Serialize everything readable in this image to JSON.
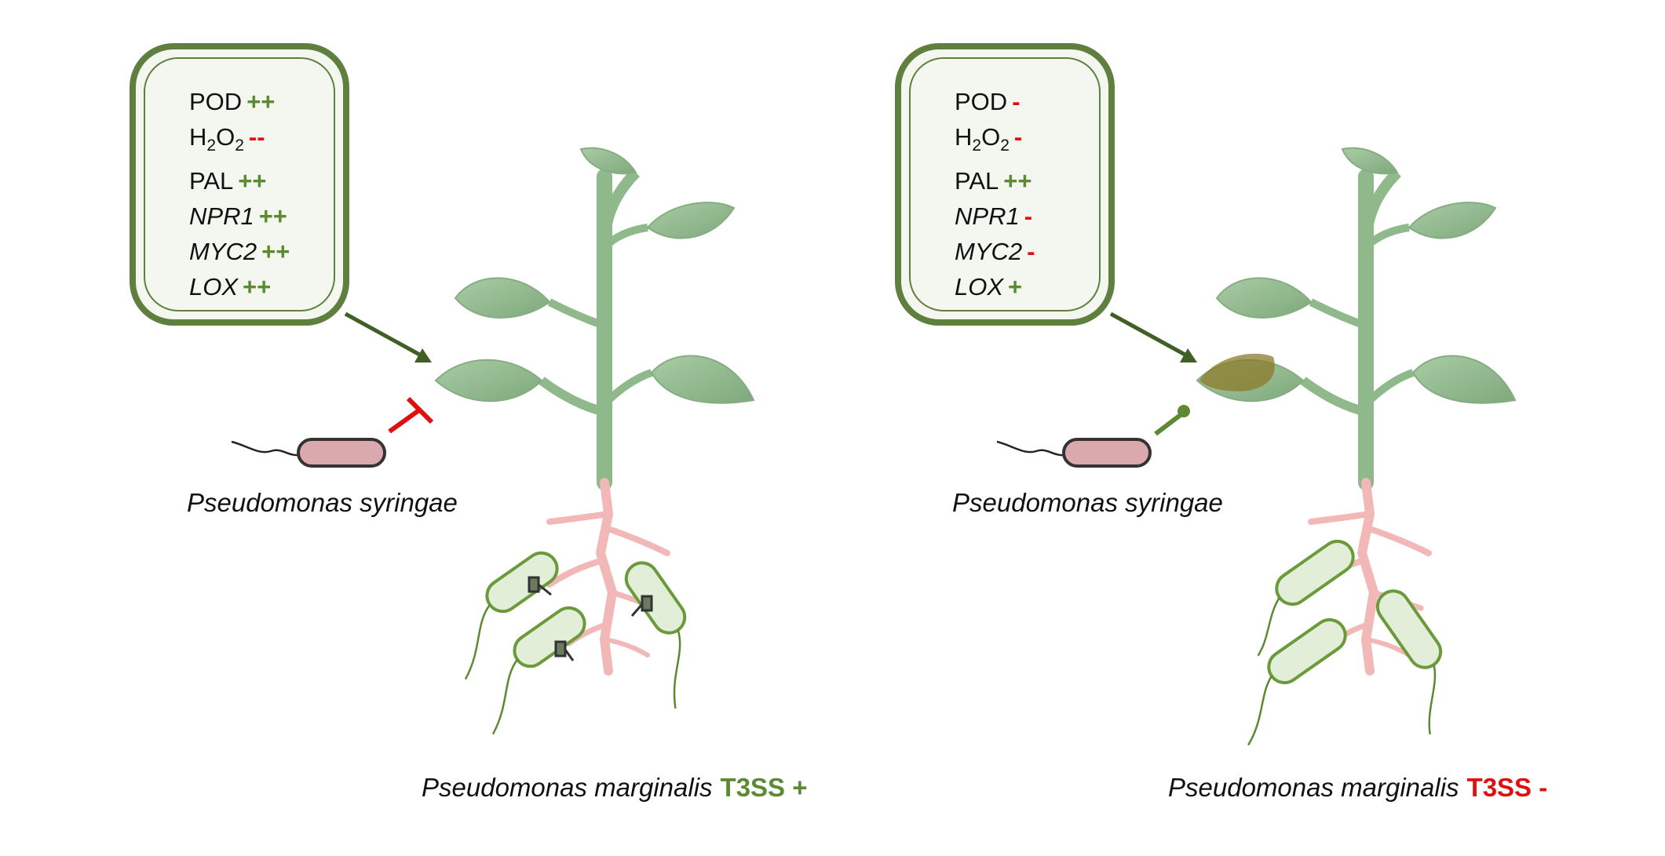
{
  "panels": [
    {
      "id": "wildtype",
      "markers": [
        {
          "name": "POD",
          "sub": "",
          "italic": false,
          "level": "++",
          "direction": "up"
        },
        {
          "name": "H",
          "sub": "2",
          "name2": "O",
          "sub2": "2",
          "italic": false,
          "level": "--",
          "direction": "down"
        },
        {
          "name": "PAL",
          "sub": "",
          "italic": false,
          "level": "++",
          "direction": "up"
        },
        {
          "name": "NPR1",
          "sub": "",
          "italic": true,
          "level": "++",
          "direction": "up"
        },
        {
          "name": "MYC2",
          "sub": "",
          "italic": true,
          "level": "++",
          "direction": "up"
        },
        {
          "name": "LOX",
          "sub": "",
          "italic": true,
          "level": "++",
          "direction": "up"
        }
      ],
      "pathogen_label": "Pseudomonas syringae",
      "caption_species": "Pseudomonas marginalis",
      "caption_t3ss": "T3SS +",
      "leaf_lesion": false,
      "pathogen_blocked": true,
      "bacteria_with_t3ss": true
    },
    {
      "id": "mutant",
      "markers": [
        {
          "name": "POD",
          "sub": "",
          "italic": false,
          "level": "-",
          "direction": "down"
        },
        {
          "name": "H",
          "sub": "2",
          "name2": "O",
          "sub2": "2",
          "italic": false,
          "level": "-",
          "direction": "down"
        },
        {
          "name": "PAL",
          "sub": "",
          "italic": false,
          "level": "++",
          "direction": "up"
        },
        {
          "name": "NPR1",
          "sub": "",
          "italic": true,
          "level": "-",
          "direction": "down"
        },
        {
          "name": "MYC2",
          "sub": "",
          "italic": true,
          "level": "-",
          "direction": "down"
        },
        {
          "name": "LOX",
          "sub": "",
          "italic": true,
          "level": "+",
          "direction": "up"
        }
      ],
      "pathogen_label": "Pseudomonas syringae",
      "caption_species": "Pseudomonas marginalis",
      "caption_t3ss": "T3SS -",
      "leaf_lesion": true,
      "pathogen_blocked": false,
      "bacteria_with_t3ss": false
    }
  ],
  "colors": {
    "plant_green": "#8fb98b",
    "root_pink": "#f2b8b8",
    "box_border": "#5f7f3f",
    "increase": "#5b8a32",
    "decrease": "#e01010",
    "pathogen_fill": "#d9a9ae",
    "lesion": "#8a7a2a"
  }
}
